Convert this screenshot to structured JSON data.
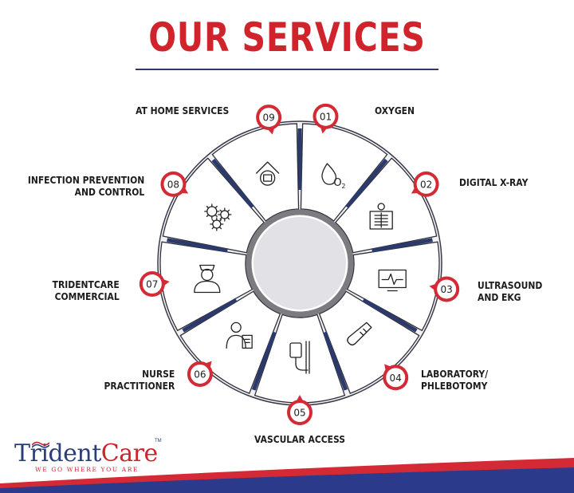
{
  "title": "OUR SERVICES",
  "colors": {
    "red": "#d0232c",
    "navy": "#2b3a6b",
    "pin_red": "#d42a35"
  },
  "services": [
    {
      "num": "01",
      "label": "OXYGEN",
      "icon": "oxygen-icon"
    },
    {
      "num": "02",
      "label": "DIGITAL X-RAY",
      "icon": "xray-icon"
    },
    {
      "num": "03",
      "label": "ULTRASOUND\nAND EKG",
      "icon": "ekg-monitor-icon"
    },
    {
      "num": "04",
      "label": "LABORATORY/\nPHLEBOTOMY",
      "icon": "test-tube-icon"
    },
    {
      "num": "05",
      "label": "VASCULAR ACCESS",
      "icon": "iv-drip-icon"
    },
    {
      "num": "06",
      "label": "NURSE\nPRACTITIONER",
      "icon": "nurse-practitioner-icon"
    },
    {
      "num": "07",
      "label": "TRIDENTCARE\nCOMMERCIAL",
      "icon": "nurse-icon"
    },
    {
      "num": "08",
      "label": "INFECTION PREVENTION\nAND CONTROL",
      "icon": "germs-icon"
    },
    {
      "num": "09",
      "label": "AT HOME SERVICES",
      "icon": "home-care-icon"
    }
  ],
  "logo": {
    "trident": "Trident",
    "care": "Care",
    "tagline": "WE GO WHERE YOU ARE",
    "tm": "TM"
  }
}
